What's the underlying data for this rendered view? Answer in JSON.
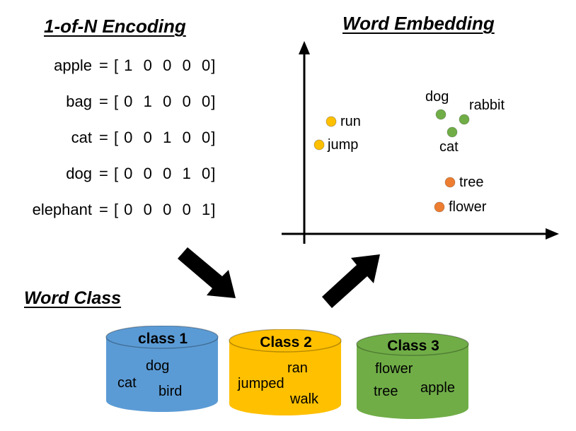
{
  "encoding": {
    "title": "1-of-N Encoding",
    "rows": [
      {
        "word": "apple",
        "vector": "= [ 1  0  0  0  0]"
      },
      {
        "word": "bag",
        "vector": "= [ 0  1  0  0  0]"
      },
      {
        "word": "cat",
        "vector": "= [ 0  0  1  0  0]"
      },
      {
        "word": "dog",
        "vector": "= [ 0  0  0  1  0]"
      },
      {
        "word": "elephant",
        "vector": "= [ 0  0  0  0  1]"
      }
    ]
  },
  "embedding": {
    "title": "Word Embedding",
    "points": [
      {
        "label": "run",
        "color": "#ffc000"
      },
      {
        "label": "jump",
        "color": "#ffc000"
      },
      {
        "label": "dog",
        "color": "#70ad47"
      },
      {
        "label": "rabbit",
        "color": "#70ad47"
      },
      {
        "label": "cat",
        "color": "#70ad47"
      },
      {
        "label": "tree",
        "color": "#ed7d31"
      },
      {
        "label": "flower",
        "color": "#ed7d31"
      }
    ]
  },
  "word_class": {
    "title": "Word Class",
    "classes": [
      {
        "name": "class 1",
        "color": "#5b9bd5",
        "words": [
          "dog",
          "cat",
          "bird"
        ]
      },
      {
        "name": "Class 2",
        "color": "#ffc000",
        "words": [
          "ran",
          "jumped",
          "walk"
        ]
      },
      {
        "name": "Class 3",
        "color": "#70ad47",
        "words": [
          "flower",
          "tree",
          "apple"
        ]
      }
    ]
  },
  "palette": {
    "axis_and_arrows": "#000000"
  }
}
